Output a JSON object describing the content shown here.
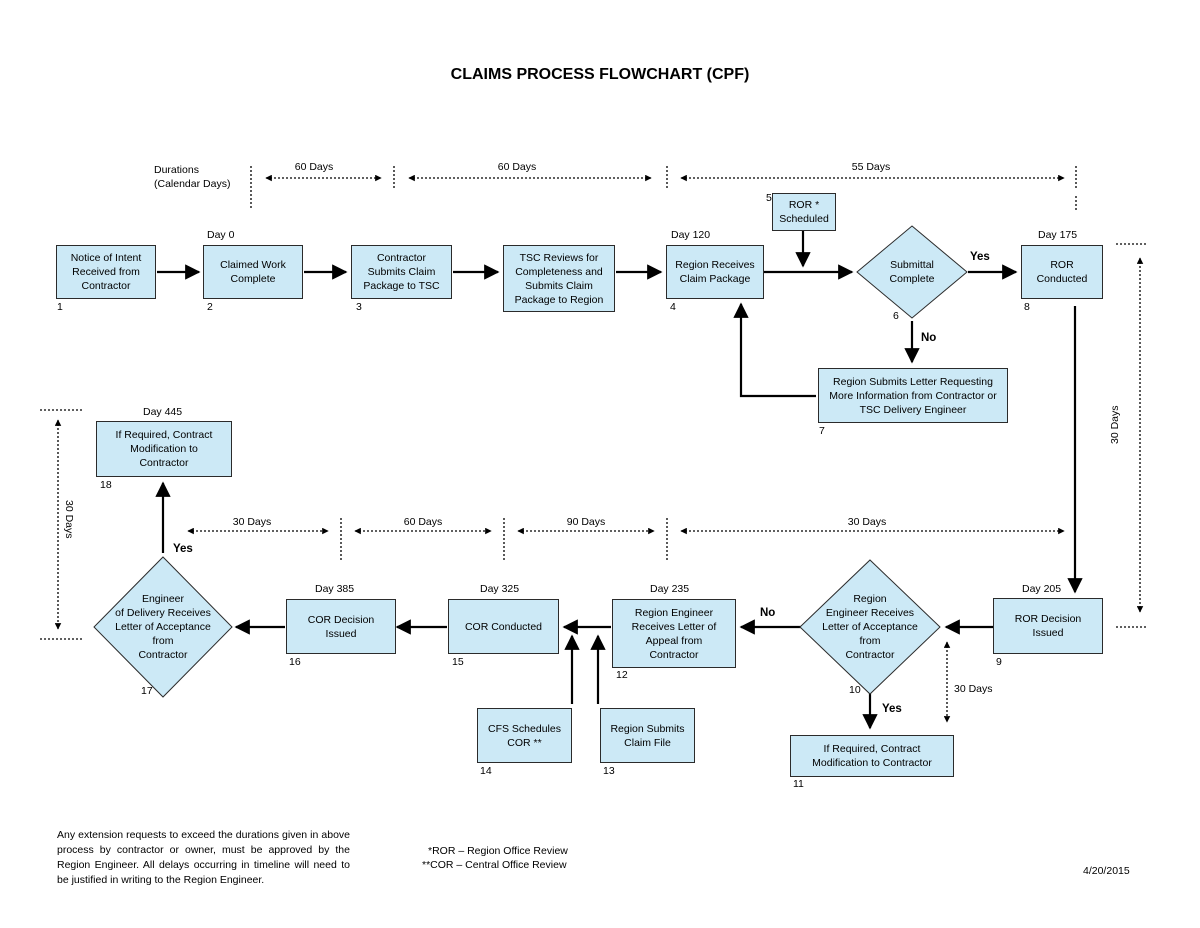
{
  "title": "CLAIMS PROCESS FLOWCHART (CPF)",
  "durations_label": [
    "Durations",
    "(Calendar Days)"
  ],
  "top_durations": [
    "60 Days",
    "60 Days",
    "55 Days"
  ],
  "bottom_durations": [
    "30 Days",
    "60 Days",
    "90 Days",
    "30 Days"
  ],
  "side_durations": {
    "right": "30 Days",
    "left": "30 Days",
    "n10": "30 Days"
  },
  "days": {
    "d0": "Day 0",
    "d120": "Day 120",
    "d175": "Day 175",
    "d445": "Day 445",
    "d385": "Day 385",
    "d325": "Day 325",
    "d235": "Day 235",
    "d205": "Day 205"
  },
  "nodes": {
    "n1": [
      "Notice of Intent",
      "Received from",
      "Contractor"
    ],
    "n2": [
      "Claimed Work",
      "Complete"
    ],
    "n3": [
      "Contractor",
      "Submits Claim",
      "Package to TSC"
    ],
    "n3b": [
      "TSC Reviews for",
      "Completeness and",
      "Submits Claim",
      "Package to Region"
    ],
    "n4": [
      "Region Receives",
      "Claim Package"
    ],
    "n5": [
      "ROR *",
      "Scheduled"
    ],
    "n6": [
      "Submittal",
      "Complete"
    ],
    "n7": [
      "Region Submits Letter Requesting",
      "More Information from Contractor or",
      "TSC Delivery Engineer"
    ],
    "n8": [
      "ROR",
      "Conducted"
    ],
    "n9": [
      "ROR Decision Issued"
    ],
    "n10": [
      "Region",
      "Engineer Receives",
      "Letter of Acceptance",
      "from",
      "Contractor"
    ],
    "n11": [
      "If Required, Contract",
      "Modification to Contractor"
    ],
    "n12": [
      "Region Engineer",
      "Receives Letter of",
      "Appeal from",
      "Contractor"
    ],
    "n13": [
      "Region Submits",
      "Claim File"
    ],
    "n14": [
      "CFS Schedules",
      "COR **"
    ],
    "n15": [
      "COR Conducted"
    ],
    "n16": [
      "COR Decision Issued"
    ],
    "n17": [
      "Engineer",
      "of Delivery Receives",
      "Letter of Acceptance",
      "from",
      "Contractor"
    ],
    "n18": [
      "If Required, Contract",
      "Modification to",
      "Contractor"
    ]
  },
  "numbers": [
    "1",
    "2",
    "3",
    "4",
    "5",
    "6",
    "7",
    "8",
    "9",
    "10",
    "11",
    "12",
    "13",
    "14",
    "15",
    "16",
    "17",
    "18"
  ],
  "yes": "Yes",
  "no": "No",
  "note": "Any extension requests to exceed the durations given in above process by contractor or owner, must be approved by the Region Engineer.  All delays occurring in timeline will need to be justified in writing to the Region Engineer.",
  "footnotes": [
    "*ROR – Region Office Review",
    "**COR – Central Office Review"
  ],
  "date": "4/20/2015",
  "colors": {
    "fill": "#cce9f6",
    "stroke": "#2b2b2b"
  }
}
